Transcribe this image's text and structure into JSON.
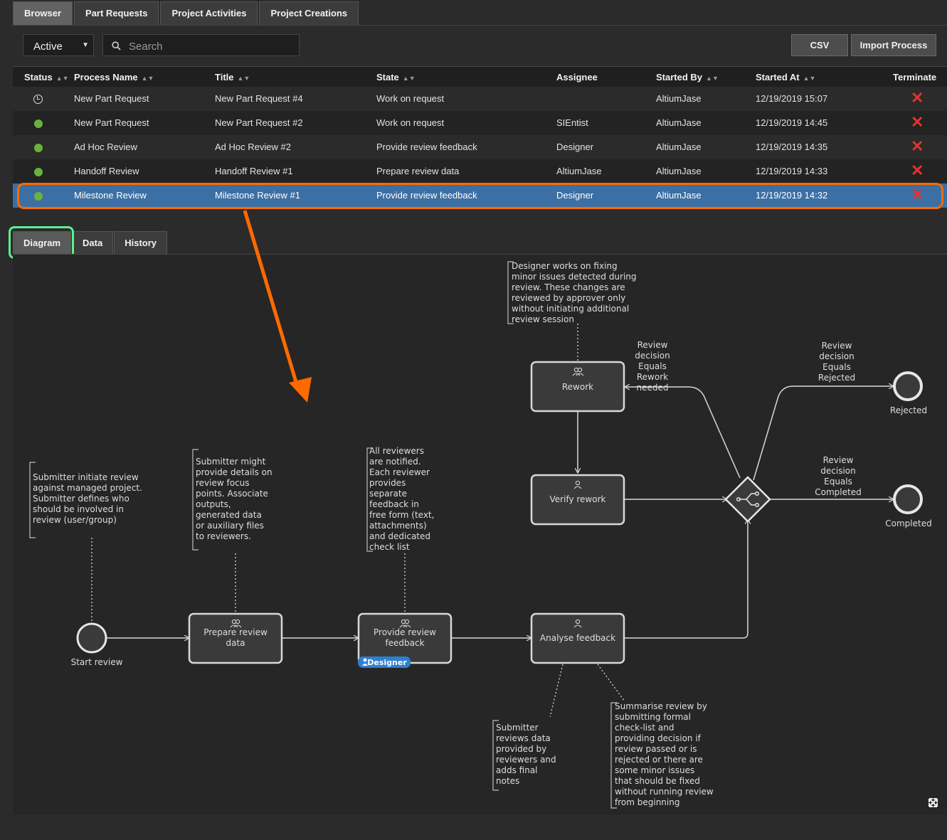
{
  "top_tabs": [
    "Browser",
    "Part Requests",
    "Project Activities",
    "Project Creations"
  ],
  "toolbar": {
    "status_filter": "Active",
    "search_placeholder": "Search",
    "csv_label": "CSV",
    "import_label": "Import Process"
  },
  "columns": [
    "Status",
    "Process Name",
    "Title",
    "State",
    "Assignee",
    "Started By",
    "Started At",
    "Terminate"
  ],
  "rows": [
    {
      "status": "pending",
      "process": "New Part Request",
      "title": "New Part Request #4",
      "state": "Work on request",
      "assignee": "",
      "started_by": "AltiumJase",
      "started_at": "12/19/2019 15:07"
    },
    {
      "status": "active",
      "process": "New Part Request",
      "title": "New Part Request #2",
      "state": "Work on request",
      "assignee": "SIEntist",
      "started_by": "AltiumJase",
      "started_at": "12/19/2019 14:45"
    },
    {
      "status": "active",
      "process": "Ad Hoc Review",
      "title": "Ad Hoc Review #2",
      "state": "Provide review feedback",
      "assignee": "Designer",
      "started_by": "AltiumJase",
      "started_at": "12/19/2019 14:35"
    },
    {
      "status": "active",
      "process": "Handoff Review",
      "title": "Handoff Review #1",
      "state": "Prepare review data",
      "assignee": "AltiumJase",
      "started_by": "AltiumJase",
      "started_at": "12/19/2019 14:33"
    },
    {
      "status": "active",
      "process": "Milestone Review",
      "title": "Milestone Review #1",
      "state": "Provide review feedback",
      "assignee": "Designer",
      "started_by": "AltiumJase",
      "started_at": "12/19/2019 14:32"
    }
  ],
  "terminate_glyph": "✕",
  "bottom_tabs": [
    "Diagram",
    "Data",
    "History"
  ],
  "diagram": {
    "start_label": "Start review",
    "task_prepare": [
      "Prepare review",
      "data"
    ],
    "task_provide": [
      "Provide review",
      "feedback"
    ],
    "assignee_badge": "Designer",
    "task_analyse": "Analyse feedback",
    "task_verify": "Verify rework",
    "task_rework": "Rework",
    "end_rejected": "Rejected",
    "end_completed": "Completed",
    "cond_rework": [
      "Review",
      "decision",
      "Equals",
      "Rework",
      "needed"
    ],
    "cond_rejected": [
      "Review",
      "decision",
      "Equals",
      "Rejected"
    ],
    "cond_completed": [
      "Review",
      "decision",
      "Equals",
      "Completed"
    ],
    "note_start": [
      "Submitter initiate review",
      "against managed project.",
      "Submitter defines who",
      "should be involved in",
      "review (user/group)"
    ],
    "note_prepare": [
      "Submitter might",
      "provide details on",
      "review focus",
      "points. Associate",
      "outputs,",
      "generated data",
      "or auxiliary files",
      "to reviewers."
    ],
    "note_provide": [
      "All reviewers",
      "are notified.",
      "Each reviewer",
      "provides",
      "separate",
      "feedback in",
      "free form (text,",
      "attachments)",
      "and dedicated",
      "check list"
    ],
    "note_rework": [
      "Designer works on fixing",
      "minor issues detected during",
      "review. These changes are",
      "reviewed by approver only",
      "without initiating additional",
      "review session"
    ],
    "note_analyse_left": [
      "Submitter",
      "reviews data",
      "provided by",
      "reviewers and",
      "adds final",
      "notes"
    ],
    "note_analyse_right": [
      "Summarise review by",
      "submitting formal",
      "check-list and",
      "providing decision if",
      "review passed or is",
      "rejected or there are",
      "some minor issues",
      "that should be fixed",
      "without running review",
      "from beginning"
    ]
  },
  "colors": {
    "accent_orange": "#ff6a00",
    "highlight_green": "#5cf08c",
    "selected_row": "#3c6fa3",
    "active_dot": "#69b23b",
    "terminate_red": "#e2342c",
    "badge_blue": "#2f7fd1"
  }
}
